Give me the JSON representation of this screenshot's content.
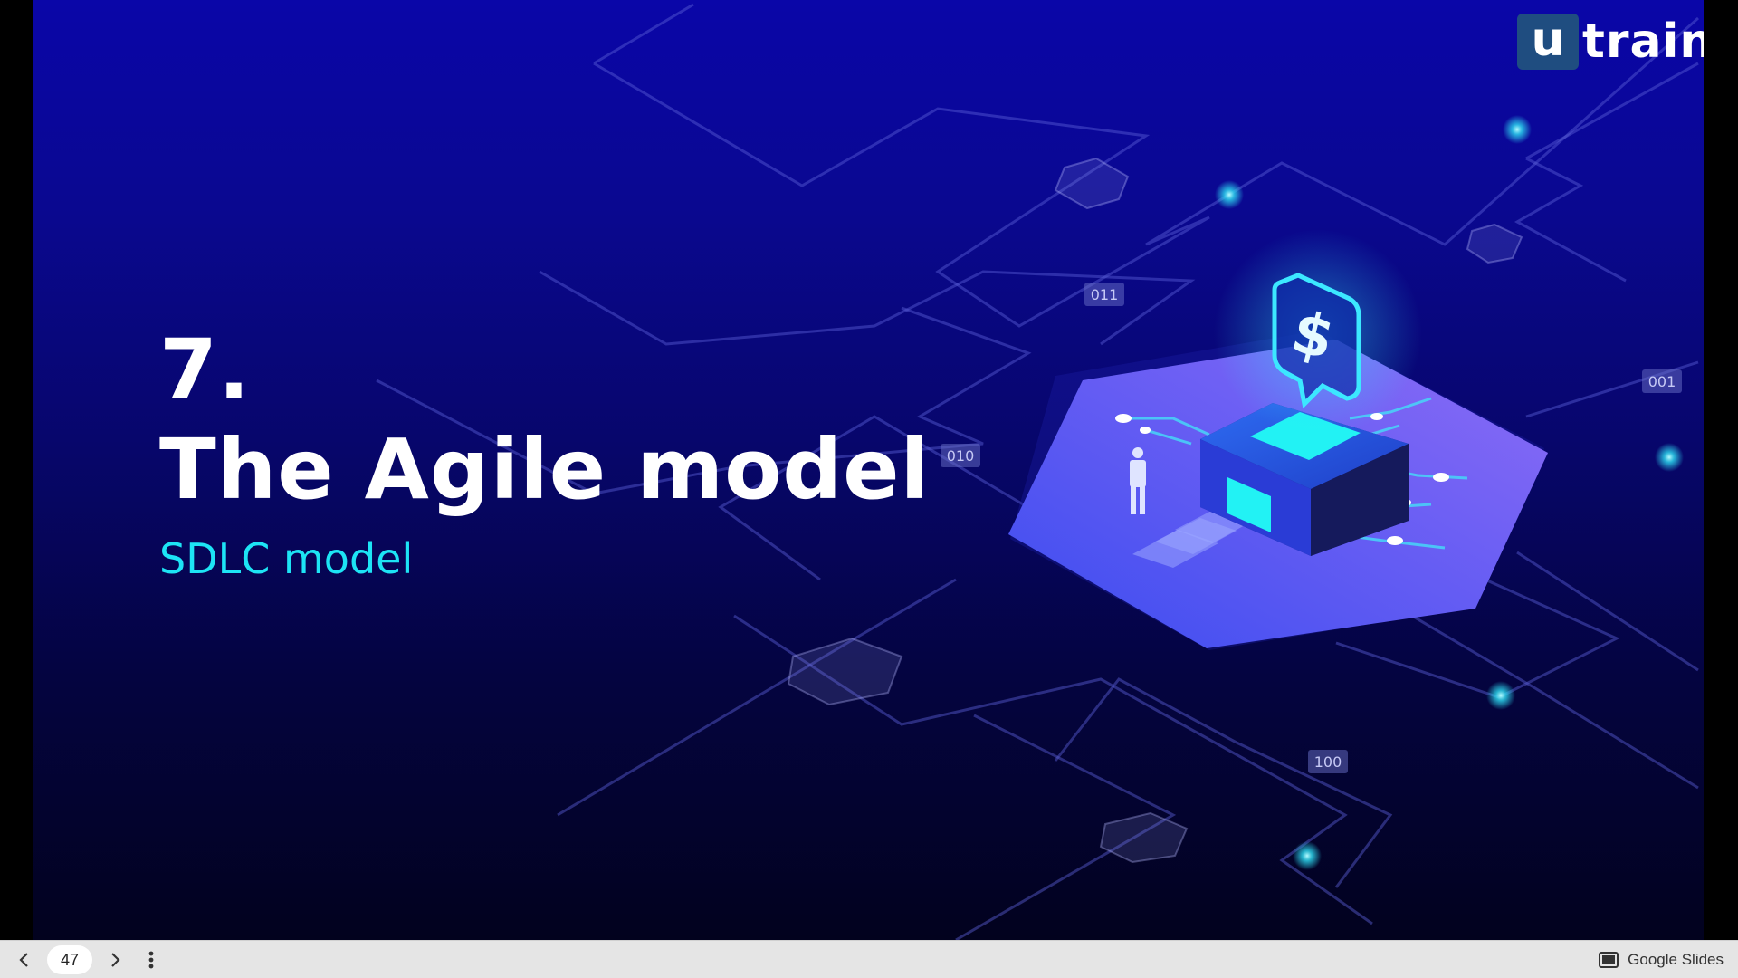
{
  "slide": {
    "title_number": "7.",
    "title": "The Agile model",
    "subtitle": "SDLC model",
    "logo": {
      "mark": "u",
      "text": "train"
    },
    "binary_tags": [
      "011",
      "010",
      "001",
      "100"
    ],
    "colors": {
      "title": "#ffffff",
      "subtitle": "#1de4f5",
      "background_top": "#0a06a8",
      "background_bottom": "#02021e"
    }
  },
  "toolbar": {
    "page_number": "47",
    "prev_icon": "chevron-left-icon",
    "next_icon": "chevron-right-icon",
    "menu_icon": "more-vert-icon",
    "brand_label": "Google Slides",
    "brand_icon": "slides-icon"
  }
}
